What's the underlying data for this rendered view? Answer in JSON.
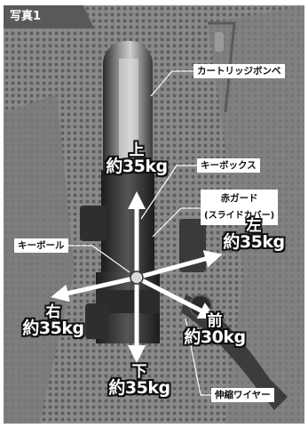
{
  "photo_label": "写真1",
  "callouts": {
    "cartridge": "カートリッジボンベ",
    "keybox": "キーボックス",
    "red_guard_line1": "赤ガード",
    "red_guard_line2": "(スライドカバー)",
    "keyball": "キーボール",
    "wire": "伸縮ワイヤー"
  },
  "forces": {
    "up": {
      "dir": "上",
      "value": "約35kg"
    },
    "left": {
      "dir": "左",
      "value": "約35kg"
    },
    "right": {
      "dir": "右",
      "value": "約35kg"
    },
    "front": {
      "dir": "前",
      "value": "約30kg"
    },
    "down": {
      "dir": "下",
      "value": "約35kg"
    }
  },
  "colors": {
    "tab": "#595959",
    "frame": "#6b6b6b",
    "arrow": "#ffffff"
  }
}
